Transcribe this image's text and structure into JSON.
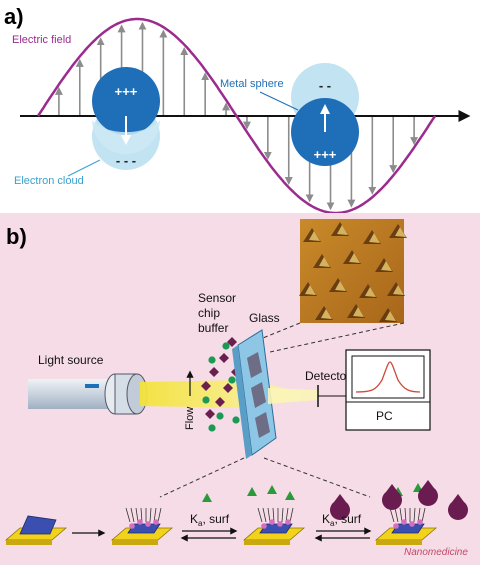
{
  "panel_a": {
    "letter": "a)",
    "electric_field_label": "Electric field",
    "metal_sphere_label": "Metal sphere",
    "electron_cloud_label": "Electron cloud",
    "left_sphere_top_charge": "+++",
    "left_sphere_bottom_charge": "- - -",
    "right_sphere_top_charge": "- -",
    "right_sphere_bottom_charge": "+++",
    "colors": {
      "field_curve": "#9b2b8e",
      "metal": "#1f6fb8",
      "cloud": "#bfe1f1",
      "arrow": "#8c8c8c"
    }
  },
  "panel_b": {
    "letter": "b)",
    "sensor_label_lines": [
      "Sensor",
      "chip",
      "buffer"
    ],
    "glass_label": "Glass",
    "light_source_label": "Light source",
    "flow_label": "Flow",
    "detector_label": "Detector",
    "pc_label": "PC",
    "kinetic_label_1": "K",
    "kinetic_sub_1": "a",
    "kinetic_suffix_1": ", surf",
    "kinetic_label_2": "K",
    "kinetic_sub_2": "a",
    "kinetic_suffix_2": ", surf",
    "journal_label": "Nanomedicine",
    "colors": {
      "background": "#f6dce6",
      "beam": "#f0e03c",
      "diamond": "#6b1f4e",
      "dot": "#1a9a55",
      "triangle": "#2a9a3a",
      "pacman": "#6a1c50",
      "slab": "#f2d21a"
    }
  }
}
